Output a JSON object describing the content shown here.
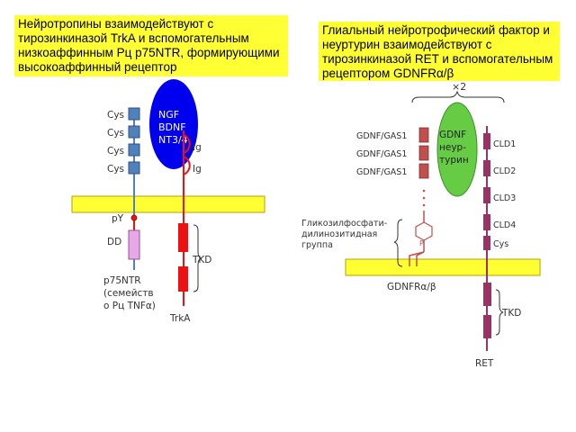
{
  "left_panel": {
    "title": "Нейротропины взаимодействуют с тирозинкиназой TrkA и вспомогательным низкоаффинным Рц р75NTR, формирующими высокоаффинный рецептор",
    "cys_labels": [
      "Cys",
      "Cys",
      "Cys",
      "Cys"
    ],
    "ligand_lines": [
      "NGF",
      "BDNF",
      "NT3/4"
    ],
    "ig_labels": [
      "Ig",
      "Ig"
    ],
    "py_label": "pY",
    "dd_label": "DD",
    "p75_lines": [
      "p75NTR",
      "(семейств",
      "о Рц TNFα)"
    ],
    "tkd_label": "TKD",
    "trka_label": "TrkA"
  },
  "right_panel": {
    "title": "Глиальный нейротрофический фактор и неуртурин взаимодействуют с тирозинкиназой RET и вспомогательным рецептором GDNFRα/β",
    "multiplier": "×2",
    "gas_labels": [
      "GDNF/GAS1",
      "GDNF/GAS1",
      "GDNF/GAS1"
    ],
    "ligand_lines": [
      "GDNF",
      "неур-",
      "турин"
    ],
    "cld_labels": [
      "CLD1",
      "CLD2",
      "CLD3",
      "CLD4",
      "Cys"
    ],
    "gpi_lines": [
      "Гликозилфосфати-",
      "дилинозитидная",
      "группа"
    ],
    "p_label": "P",
    "gdnfr_label": "GDNFRα/β",
    "tkd_label": "TKD",
    "ret_label": "RET"
  },
  "colors": {
    "title_bg": "#ffff33",
    "membrane": "#ffff33",
    "cys_box": "#4f81bd",
    "ngf_ligand": "#0000ee",
    "trka": "#ee1111",
    "p75_stalk": "#4f81bd",
    "dd_box": "#e6a8e6",
    "gdnf_ligand": "#66cc44",
    "gas_receptor": "#c0504d",
    "ret": "#993366"
  }
}
